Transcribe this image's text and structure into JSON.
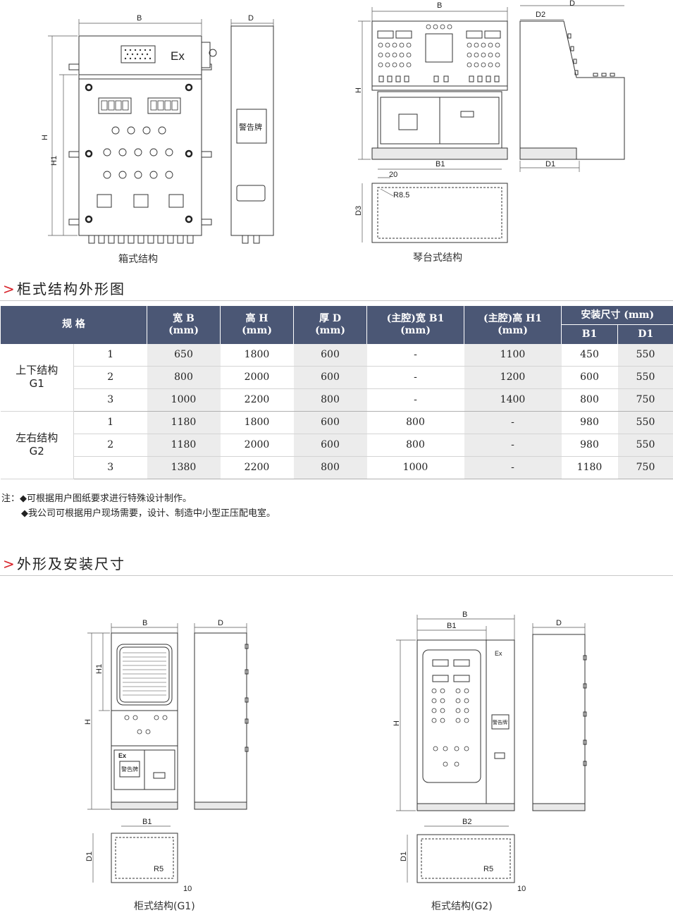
{
  "top_drawings": {
    "box_caption": "箱式结构",
    "console_caption": "琴台式结构",
    "warning_label": "警告牌",
    "ex_mark": "Ex",
    "dims": {
      "B": "B",
      "D": "D",
      "H": "H",
      "H1": "H1",
      "D2": "D2",
      "B1": "B1",
      "D1": "D1",
      "D3": "D3",
      "d20": "20",
      "r85": "R8.5"
    }
  },
  "section1": {
    "chevron": ">",
    "title": "柜式结构外形图"
  },
  "table": {
    "headers": {
      "spec": "规 格",
      "width_b": "宽 B",
      "height_h": "高 H",
      "depth_d": "厚 D",
      "main_b1": "(主腔)宽 B1",
      "main_h1": "(主腔)高 H1",
      "mm": "(mm)",
      "install": "安装尺寸 (mm)",
      "b1": "B1",
      "d1": "D1"
    },
    "groups": [
      {
        "name_line1": "上下结构",
        "name_line2": "G1",
        "rows": [
          {
            "no": "1",
            "b": "650",
            "h": "1800",
            "d": "600",
            "mb1": "-",
            "mh1": "1100",
            "ib1": "450",
            "id1": "550"
          },
          {
            "no": "2",
            "b": "800",
            "h": "2000",
            "d": "600",
            "mb1": "-",
            "mh1": "1200",
            "ib1": "600",
            "id1": "550"
          },
          {
            "no": "3",
            "b": "1000",
            "h": "2200",
            "d": "800",
            "mb1": "-",
            "mh1": "1400",
            "ib1": "800",
            "id1": "750"
          }
        ]
      },
      {
        "name_line1": "左右结构",
        "name_line2": "G2",
        "rows": [
          {
            "no": "1",
            "b": "1180",
            "h": "1800",
            "d": "600",
            "mb1": "800",
            "mh1": "-",
            "ib1": "980",
            "id1": "550"
          },
          {
            "no": "2",
            "b": "1180",
            "h": "2000",
            "d": "600",
            "mb1": "800",
            "mh1": "-",
            "ib1": "980",
            "id1": "550"
          },
          {
            "no": "3",
            "b": "1380",
            "h": "2200",
            "d": "800",
            "mb1": "1000",
            "mh1": "-",
            "ib1": "1180",
            "id1": "750"
          }
        ]
      }
    ]
  },
  "notes": {
    "label": "注：",
    "items": [
      "可根据用户图纸要求进行特殊设计制作。",
      "我公司可根据用户现场需要，设计、制造中小型正压配电室。"
    ],
    "bullet": "◆"
  },
  "section2": {
    "chevron": ">",
    "title": "外形及安装尺寸"
  },
  "bottom_drawings": {
    "g1_caption": "柜式结构(G1)",
    "g2_caption": "柜式结构(G2)",
    "ex_mark": "Ex",
    "warning_label": "警告牌",
    "dims": {
      "B": "B",
      "D": "D",
      "H": "H",
      "H1": "H1",
      "B1": "B1",
      "B2": "B2",
      "D1": "D1",
      "R5": "R5",
      "d10": "10"
    }
  },
  "colors": {
    "header_bg": "#4b5775",
    "accent_chevron": "#d8232a",
    "shade": "#ececec"
  }
}
